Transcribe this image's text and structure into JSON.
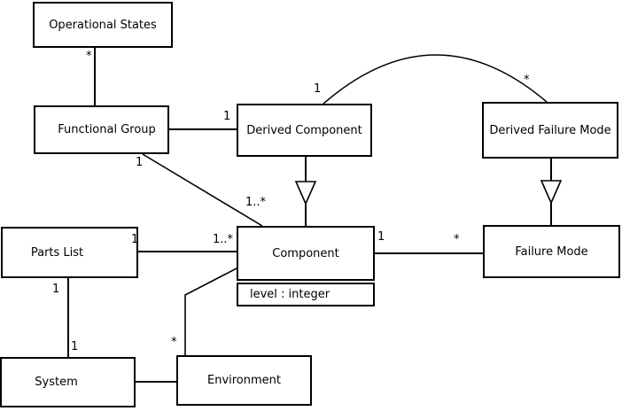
{
  "diagram": {
    "type": "uml-class-diagram",
    "background_color": "#ffffff",
    "line_color": "#000000",
    "nodes": {
      "operational_states": {
        "label": "Operational States"
      },
      "functional_group": {
        "label": "Functional Group"
      },
      "derived_component": {
        "label": "Derived Component"
      },
      "derived_failure_mode": {
        "label": "Derived Failure Mode"
      },
      "parts_list": {
        "label": "Parts List"
      },
      "component": {
        "label": "Component",
        "attribute": "level : integer"
      },
      "failure_mode": {
        "label": "Failure Mode"
      },
      "system": {
        "label": "System"
      },
      "environment": {
        "label": "Environment"
      }
    },
    "edges": [
      {
        "from": "Operational States",
        "to": "Functional Group",
        "type": "association",
        "labels": [
          {
            "end": "Operational States",
            "text": "*"
          }
        ]
      },
      {
        "from": "Functional Group",
        "to": "Derived Component",
        "type": "association",
        "labels": [
          {
            "end": "Derived Component",
            "text": "1"
          }
        ]
      },
      {
        "from": "Derived Component",
        "to": "Derived Failure Mode",
        "type": "association",
        "labels": [
          {
            "end": "Derived Component",
            "text": "1"
          },
          {
            "end": "Derived Failure Mode",
            "text": "*"
          }
        ]
      },
      {
        "from": "Functional Group",
        "to": "Component",
        "type": "association",
        "labels": [
          {
            "end": "Functional Group",
            "text": "1"
          },
          {
            "end": "Component",
            "text": "1..*"
          }
        ]
      },
      {
        "from": "Derived Component",
        "to": "Component",
        "type": "generalization",
        "labels": []
      },
      {
        "from": "Derived Failure Mode",
        "to": "Failure Mode",
        "type": "generalization",
        "labels": []
      },
      {
        "from": "Parts List",
        "to": "Component",
        "type": "association",
        "labels": [
          {
            "end": "Parts List",
            "text": "1"
          },
          {
            "end": "Component",
            "text": "1..*"
          }
        ]
      },
      {
        "from": "Component",
        "to": "Failure Mode",
        "type": "association",
        "labels": [
          {
            "end": "Component",
            "text": "1"
          },
          {
            "end": "Failure Mode",
            "text": "*"
          }
        ]
      },
      {
        "from": "Component",
        "to": "Environment",
        "type": "association",
        "labels": [
          {
            "end": "Environment",
            "text": "*"
          }
        ]
      },
      {
        "from": "Parts List",
        "to": "System",
        "type": "association",
        "labels": [
          {
            "end": "Parts List",
            "text": "1"
          },
          {
            "end": "System",
            "text": "1"
          }
        ]
      },
      {
        "from": "System",
        "to": "Environment",
        "type": "association",
        "labels": []
      }
    ]
  }
}
